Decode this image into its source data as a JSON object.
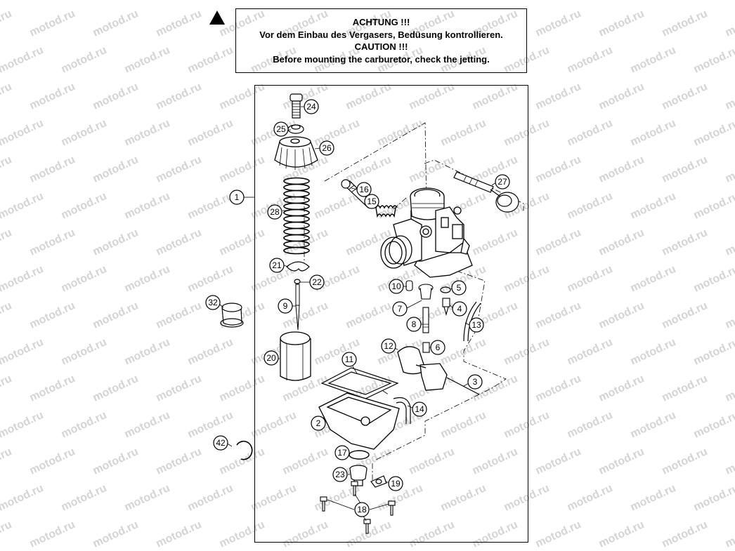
{
  "warning": {
    "line1": "ACHTUNG !!!",
    "line2": "Vor dem Einbau des Vergasers, Bedüsung kontrollieren.",
    "line3": "CAUTION !!!",
    "line4": "Before mounting the carburetor, check the jetting."
  },
  "watermark_text": "motod.ru",
  "parts": {
    "p1": "1",
    "p2": "2",
    "p3": "3",
    "p4": "4",
    "p5": "5",
    "p6": "6",
    "p7": "7",
    "p8": "8",
    "p9": "9",
    "p10": "10",
    "p11": "11",
    "p12": "12",
    "p13": "13",
    "p14": "14",
    "p15": "15",
    "p16": "16",
    "p17": "17",
    "p18": "18",
    "p19": "19",
    "p20": "20",
    "p21": "21",
    "p22": "22",
    "p23": "23",
    "p24": "24",
    "p25": "25",
    "p26": "26",
    "p27": "27",
    "p28": "28",
    "p32": "32",
    "p42": "42"
  }
}
